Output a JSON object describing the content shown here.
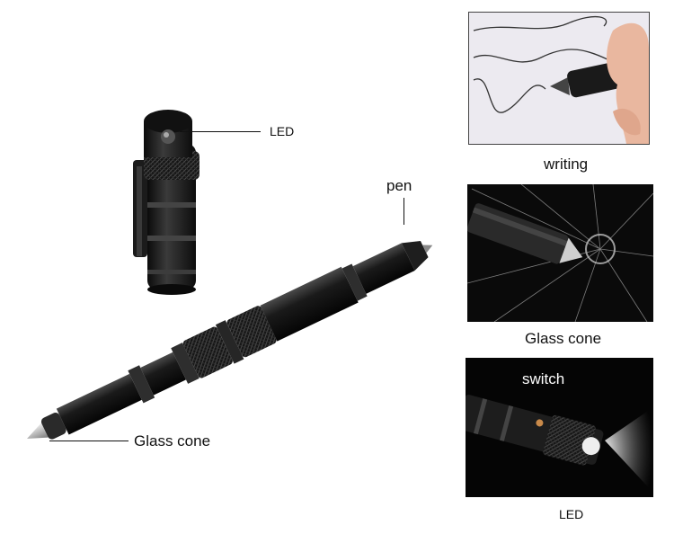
{
  "callouts": {
    "led": "LED",
    "pen": "pen",
    "glass_cone": "Glass cone"
  },
  "panels": [
    {
      "caption": "writing"
    },
    {
      "caption": "Glass cone"
    },
    {
      "caption": "LED",
      "overlay": "switch"
    }
  ],
  "colors": {
    "pen_body": "#1c1c1c",
    "paper": "#eceaf0",
    "panel_dark": "#0a0a0a",
    "skin": "#e9b79f",
    "switch_dot": "#c98a4a"
  }
}
